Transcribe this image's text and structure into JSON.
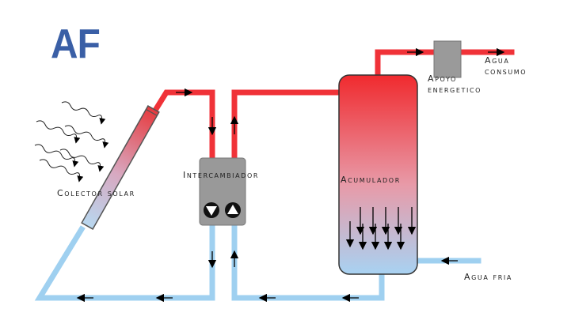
{
  "logo": "AF",
  "labels": {
    "collector": "Colector solar",
    "exchanger": "Intercambiador",
    "accumulator": "Acumulador",
    "support_line1": "Apoyo",
    "support_line2": "energetico",
    "consumption_line1": "Agua",
    "consumption_line2": "consumo",
    "cold_water": "Agua fria"
  },
  "pump_icons": [
    "pump-down-icon",
    "pump-up-icon"
  ],
  "colors": {
    "hot_pipe": "#f03238",
    "cold_pipe": "#9fd0f0",
    "exchanger": "#999999",
    "support": "#9a9a9a",
    "accumulator_top": "#f02a2e",
    "accumulator_bottom": "#a8d2f2",
    "logo": "#3a5fa6"
  }
}
